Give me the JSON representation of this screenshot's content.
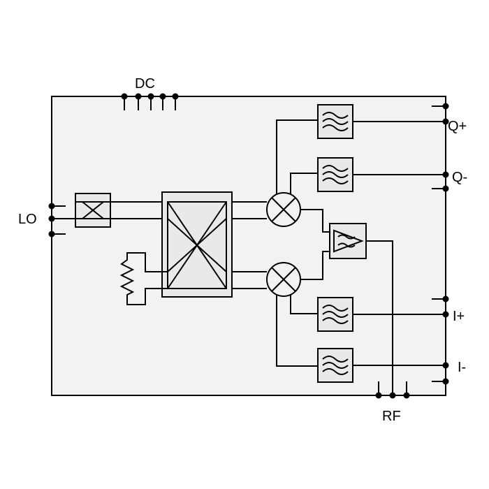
{
  "labels": {
    "dc": "DC",
    "lo": "LO",
    "rf": "RF",
    "q_plus": "Q+",
    "q_minus": "Q-",
    "i_plus": "I+",
    "i_minus": "I-"
  },
  "colors": {
    "body_fill": "#f2f2f2",
    "line": "#000000",
    "block_fill": "#e9e9e9"
  }
}
